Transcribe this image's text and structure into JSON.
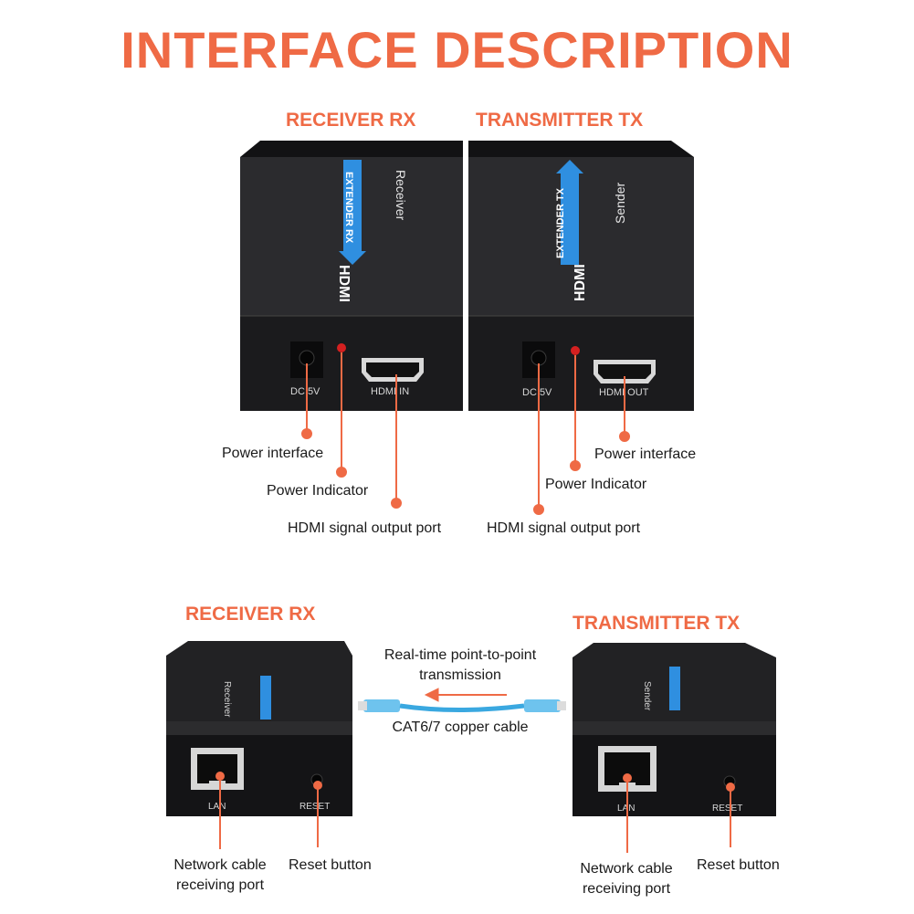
{
  "title": "INTERFACE DESCRIPTION",
  "top": {
    "receiver_label": "RECEIVER RX",
    "transmitter_label": "TRANSMITTER TX",
    "receiver_device": {
      "side_text": "Receiver",
      "extender_text": "EXTENDER RX",
      "brand_text": "HDMI",
      "port_left": "DC 5V",
      "port_right": "HDMI IN"
    },
    "transmitter_device": {
      "side_text": "Sender",
      "extender_text": "EXTENDER TX",
      "brand_text": "HDMI",
      "port_left": "DC 5V",
      "port_right": "HDMI OUT"
    },
    "rx_callouts": {
      "power_interface": "Power interface",
      "power_indicator": "Power Indicator",
      "hdmi_port": "HDMI signal output port"
    },
    "tx_callouts": {
      "power_interface": "Power interface",
      "power_indicator": "Power Indicator",
      "hdmi_port": "HDMI signal output port"
    }
  },
  "bottom": {
    "receiver_label": "RECEIVER RX",
    "transmitter_label": "TRANSMITTER TX",
    "transmission_line1": "Real-time point-to-point",
    "transmission_line2": "transmission",
    "cable_label": "CAT6/7 copper cable",
    "receiver_device": {
      "side_text": "Receiver",
      "port_left": "LAN",
      "port_right": "RESET"
    },
    "transmitter_device": {
      "side_text": "Sender",
      "port_left": "LAN",
      "port_right": "RESET"
    },
    "rx_callouts": {
      "network_line1": "Network cable",
      "network_line2": "receiving port",
      "reset": "Reset button"
    },
    "tx_callouts": {
      "network_line1": "Network cable",
      "network_line2": "receiving port",
      "reset": "Reset button"
    }
  },
  "colors": {
    "accent": "#ef6a45",
    "device_body": "#1c1c1e",
    "device_top": "#2a2a2c",
    "cable_blue": "#3aa8e0",
    "led_red": "#d42020"
  }
}
